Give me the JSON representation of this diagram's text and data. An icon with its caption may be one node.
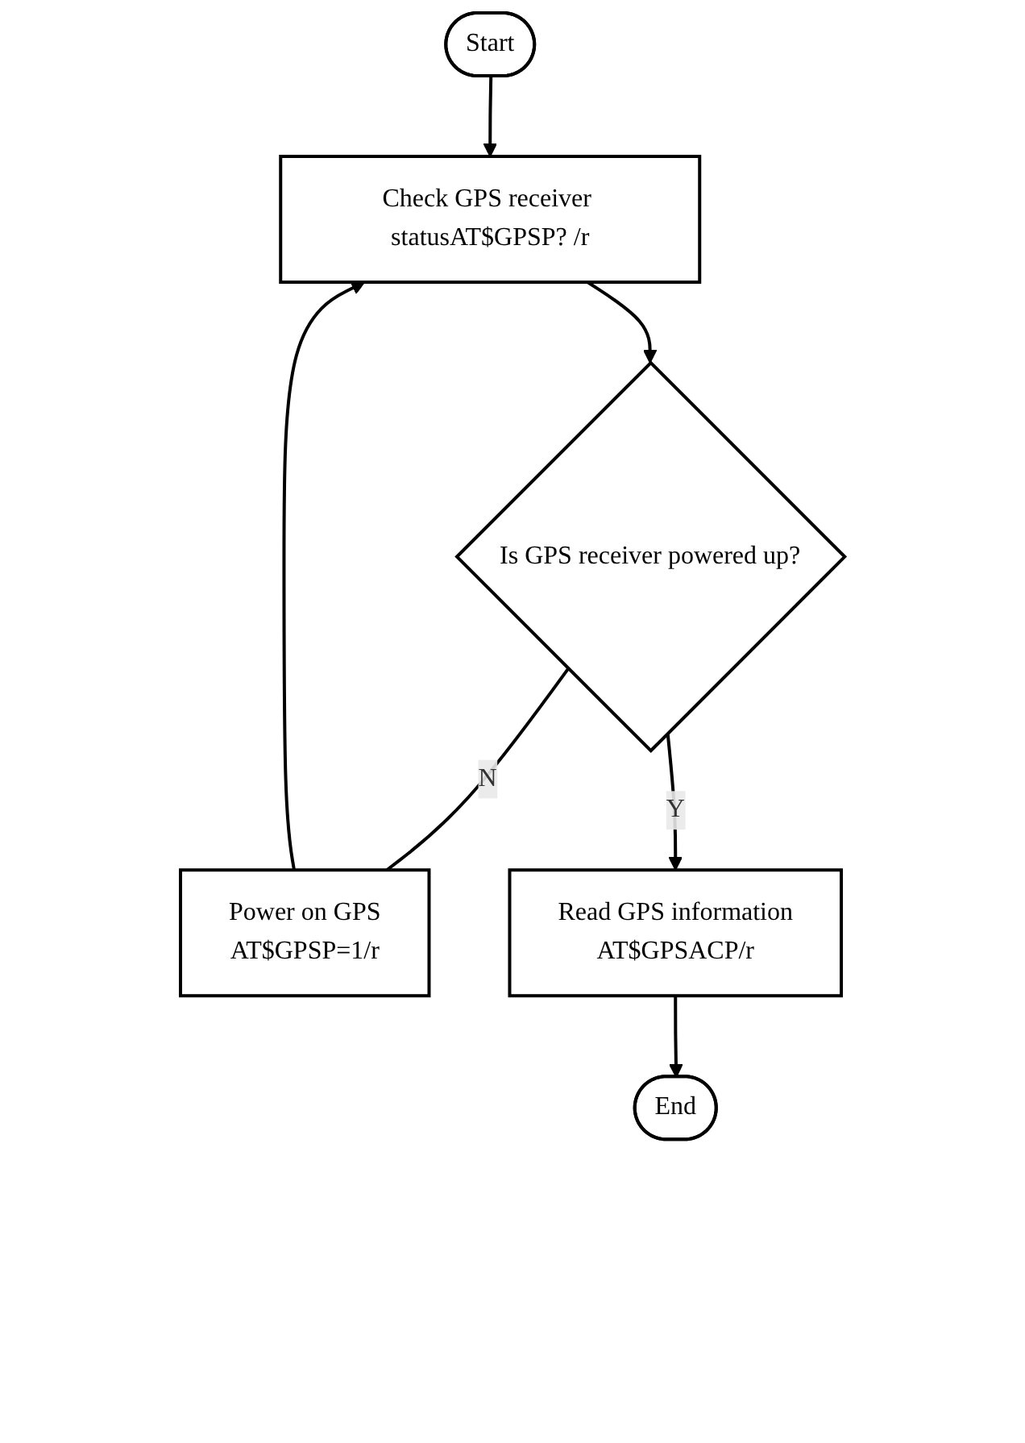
{
  "diagram": {
    "nodes": [
      {
        "text": [
          "Start"
        ]
      },
      {
        "text": [
          "Check GPS receiver statusAT$GPSP? /r"
        ]
      },
      {
        "text": [
          "Is GPS receiver powered up?"
        ]
      },
      {
        "text": [
          "Power on GPS",
          "AT$GPSP=1/r"
        ]
      },
      {
        "text": [
          "Read GPS information",
          "AT$GPSACP/r"
        ]
      },
      {
        "text": [
          "End"
        ]
      }
    ],
    "edges": [
      {
        "from": 0,
        "to": 1,
        "arrow": "to"
      },
      {
        "from": 1,
        "to": 2,
        "arrow": "to"
      },
      {
        "from": 2,
        "to": 3,
        "arrow": "none",
        "label": "N"
      },
      {
        "from": 3,
        "to": 1,
        "arrow": "to"
      },
      {
        "from": 2,
        "to": 4,
        "arrow": "to",
        "label": "Y"
      },
      {
        "from": 4,
        "to": 5,
        "arrow": "to"
      }
    ]
  }
}
